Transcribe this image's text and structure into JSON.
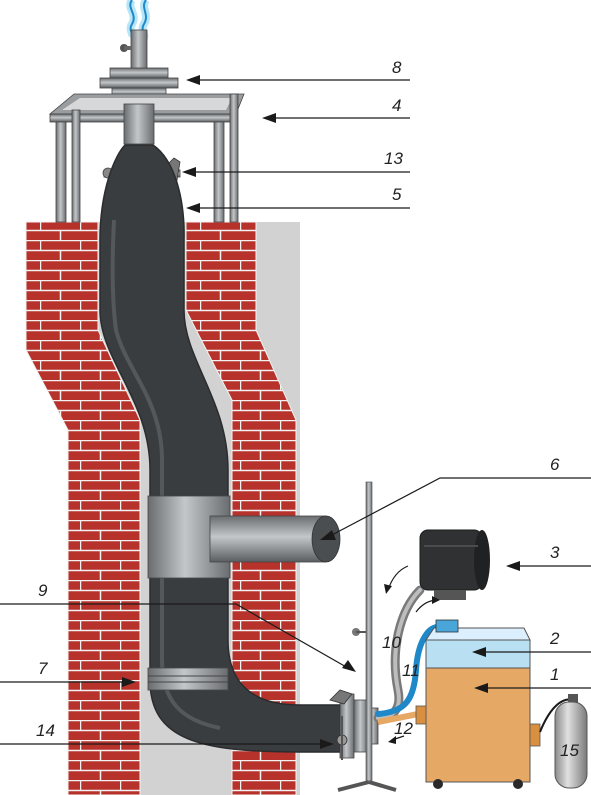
{
  "callouts": [
    {
      "id": "label-8",
      "text": "8"
    },
    {
      "id": "label-4",
      "text": "4"
    },
    {
      "id": "label-13",
      "text": "13"
    },
    {
      "id": "label-5",
      "text": "5"
    },
    {
      "id": "label-6",
      "text": "6"
    },
    {
      "id": "label-3",
      "text": "3"
    },
    {
      "id": "label-9",
      "text": "9"
    },
    {
      "id": "label-2",
      "text": "2"
    },
    {
      "id": "label-10",
      "text": "10"
    },
    {
      "id": "label-7",
      "text": "7"
    },
    {
      "id": "label-11",
      "text": "11"
    },
    {
      "id": "label-1",
      "text": "1"
    },
    {
      "id": "label-12",
      "text": "12"
    },
    {
      "id": "label-14",
      "text": "14"
    },
    {
      "id": "label-15",
      "text": "15"
    }
  ],
  "colors": {
    "brick": "#b8322c",
    "mortar": "#f2f2f2",
    "shadow": "#d2d2d2",
    "liner": "#3a3d40",
    "liner_dark": "#2a2c2e",
    "metal": "#8c8f93",
    "machine_body": "#e6a865",
    "machine_top": "#b8dff2",
    "hose_blue": "#1e88c8",
    "hose_grey": "#9a9a9a",
    "cylinder": "#b0b0b0",
    "steam": "#6ecbf0"
  }
}
